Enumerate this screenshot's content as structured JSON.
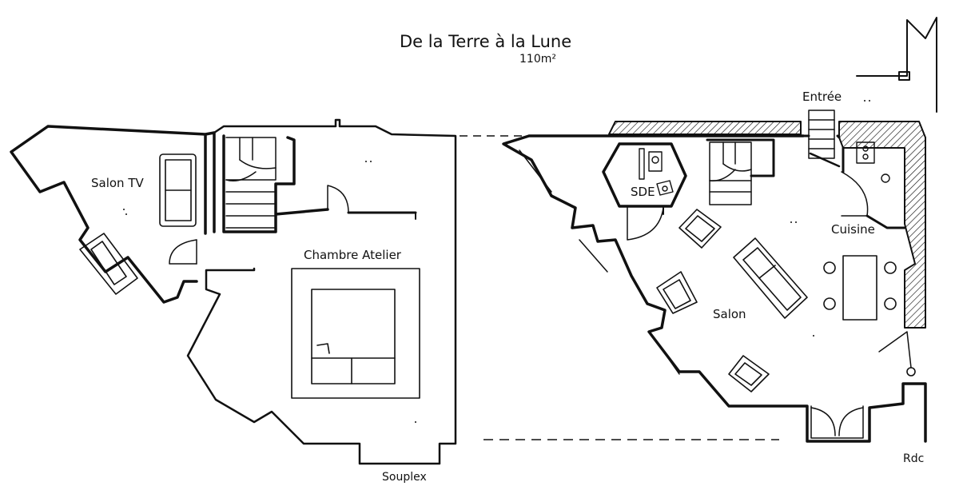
{
  "title": "De la Terre à la Lune",
  "area": "110m²",
  "rooms": {
    "salon_tv": "Salon TV",
    "chambre_atelier": "Chambre Atelier",
    "sde": "SDE",
    "salon": "Salon",
    "cuisine": "Cuisine",
    "entree": "Entrée"
  },
  "levels": {
    "upper": "Souplex",
    "ground": "Rdc"
  },
  "colors": {
    "ink": "#111111",
    "paper": "#ffffff"
  }
}
